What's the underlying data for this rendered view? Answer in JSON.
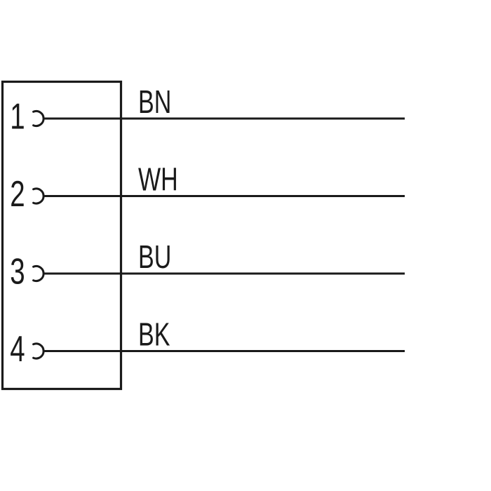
{
  "diagram": {
    "kind": "connector-wiring-pinout",
    "background_color": "#ffffff",
    "line_color": "#1a1a1a",
    "connector": {
      "pin_count": 4,
      "pins": [
        {
          "number": "1",
          "wire_color_label": "BN"
        },
        {
          "number": "2",
          "wire_color_label": "WH"
        },
        {
          "number": "3",
          "wire_color_label": "BU"
        },
        {
          "number": "4",
          "wire_color_label": "BK"
        }
      ]
    }
  }
}
